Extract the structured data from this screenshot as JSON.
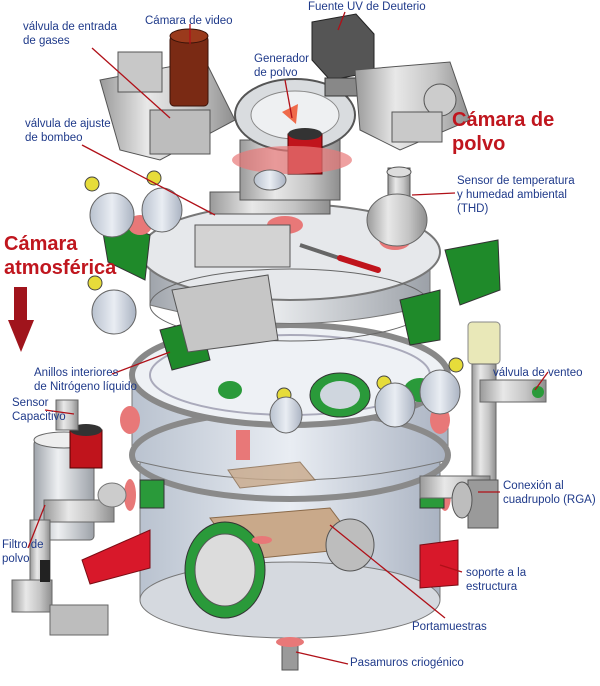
{
  "labels": {
    "valvula_entrada": "válvula de entrada\nde gases",
    "camara_video": "Cámara de video",
    "fuente_uv": "Fuente UV de Deuterio",
    "generador": "Generador\nde polvo",
    "valvula_ajuste": "válvula de ajuste\nde bombeo",
    "sensor_temp": "Sensor de temperatura\ny humedad ambiental\n(THD)",
    "anillos": "Anillos interiores\nde Nitrógeno líquido",
    "sensor_cap": "Sensor\nCapacitivo",
    "valvula_venteo": "válvula de venteo",
    "conexion": "Conexión al\ncuadrupolo (RGA)",
    "filtro": "Filtro de\npolvo",
    "soporte": "soporte a la\nestructura",
    "portamuestras": "Portamuestras",
    "pasamuros": "Pasamuros criogénico"
  },
  "titles": {
    "camara_polvo": "Cámara de\npolvo",
    "camara_atmosferica": "Cámara\natmosférica"
  },
  "colors": {
    "label": "#1f3a8a",
    "title": "#c0161e",
    "leader": "#b01018",
    "arrow": "#a0141c",
    "port_green": "#1f8a2a",
    "gasket_pink": "#e87878",
    "support_red": "#d8182a",
    "metal": "#c8c8c8"
  }
}
